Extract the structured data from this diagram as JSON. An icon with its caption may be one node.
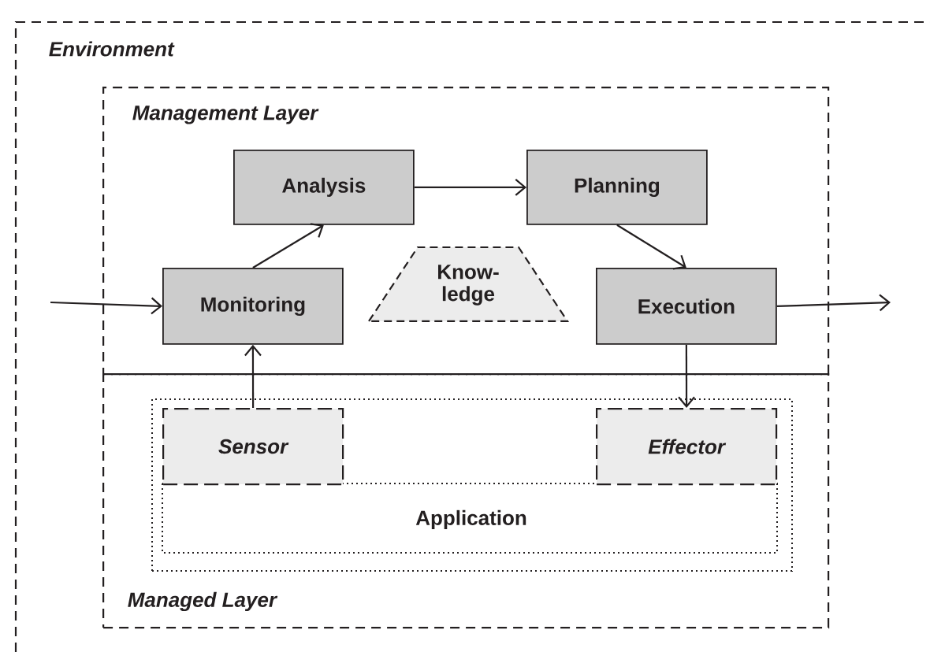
{
  "diagram": {
    "nodes": [
      {
        "text": [
          "Environment"
        ]
      },
      {
        "text": [
          "Management Layer"
        ],
        "in": 0
      },
      {
        "text": [
          "Managed Layer"
        ],
        "in": 0
      },
      {
        "text": [
          "Analysis"
        ],
        "in": 1
      },
      {
        "text": [
          "Planning"
        ],
        "in": 1
      },
      {
        "text": [
          "Monitoring"
        ],
        "in": 1
      },
      {
        "text": [
          "Know- ledge"
        ],
        "in": 1
      },
      {
        "text": [
          "Execution"
        ],
        "in": 1
      },
      {
        "text": [
          "Application"
        ],
        "in": 2
      },
      {
        "text": [
          "Sensor"
        ],
        "in": 8
      },
      {
        "text": [
          "Effector"
        ],
        "in": 8
      }
    ],
    "edges": [
      {
        "from": null,
        "to": 5,
        "arrow": "to"
      },
      {
        "from": 5,
        "to": 3,
        "arrow": "to"
      },
      {
        "from": 3,
        "to": 4,
        "arrow": "to"
      },
      {
        "from": 4,
        "to": 7,
        "arrow": "to"
      },
      {
        "from": 7,
        "to": null,
        "arrow": "to"
      },
      {
        "from": 9,
        "to": 5,
        "arrow": "to"
      },
      {
        "from": 7,
        "to": 10,
        "arrow": "to"
      }
    ]
  }
}
